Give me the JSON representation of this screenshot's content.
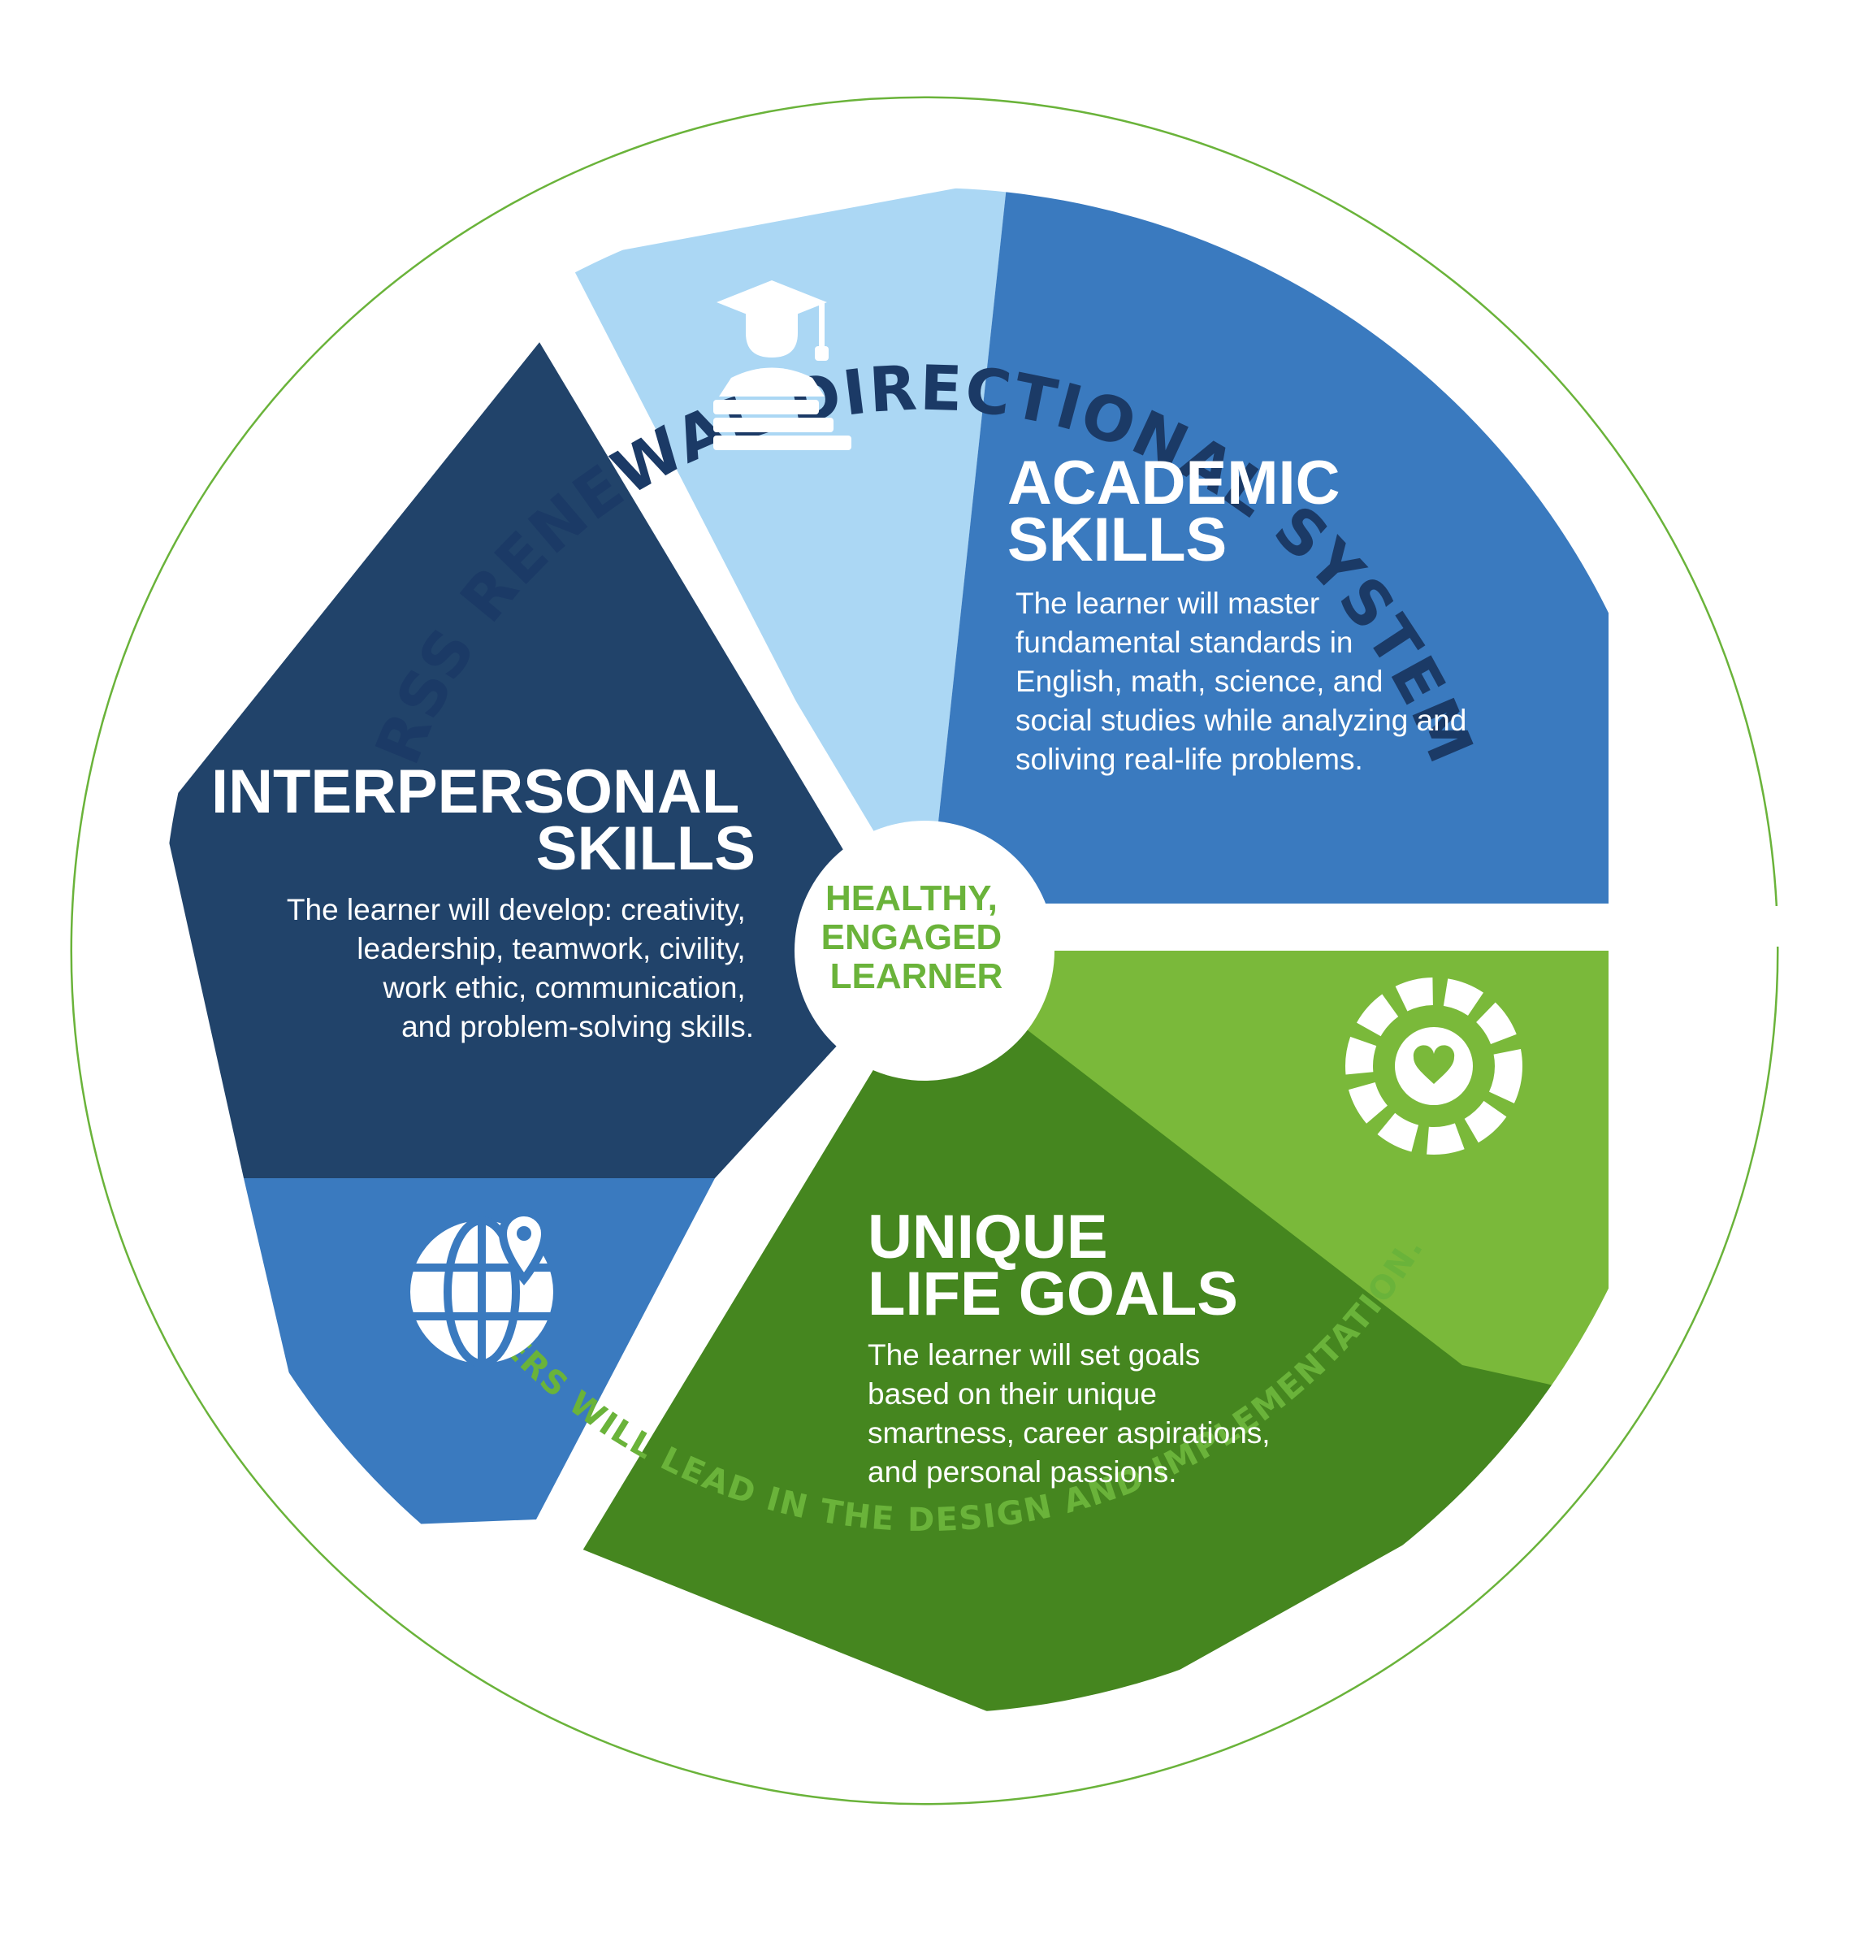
{
  "title": "RSS RENEWAL DIRECTIONAL SYSTEM",
  "footer": "TEACHERS WILL LEAD IN THE DESIGN AND IMPLEMENTATION.",
  "center": {
    "lines": [
      "HEALTHY,",
      "ENGAGED",
      "LEARNER"
    ]
  },
  "sections": {
    "academic": {
      "title_lines": [
        "ACADEMIC",
        "SKILLS"
      ],
      "body_lines": [
        "The learner will master",
        "fundamental standards in",
        "English, math, science, and",
        "social studies while analyzing and",
        "soliving real-life problems."
      ],
      "icon": "graduate-with-books-icon"
    },
    "interpersonal": {
      "title_lines": [
        "INTERPERSONAL",
        "SKILLS"
      ],
      "body_lines": [
        "The learner will develop: creativity,",
        "leadership, teamwork, civility,",
        "work ethic, communication,",
        "and problem-solving skills."
      ],
      "icon": "globe-location-pin-icon"
    },
    "life_goals": {
      "title_lines": [
        "UNIQUE",
        "LIFE GOALS"
      ],
      "body_lines": [
        "The learner will set goals",
        "based on their unique",
        "smartness, career aspirations,",
        "and personal passions."
      ],
      "icon": "heart-wheel-icon"
    }
  },
  "colors": {
    "navy": "#21436a",
    "blue": "#3a7abf",
    "light_blue": "#abd7f4",
    "dark_green": "#45861f",
    "light_green": "#7ab93a",
    "ring_green": "#6ab33a",
    "title_navy": "#1b3a66",
    "white": "#ffffff"
  }
}
